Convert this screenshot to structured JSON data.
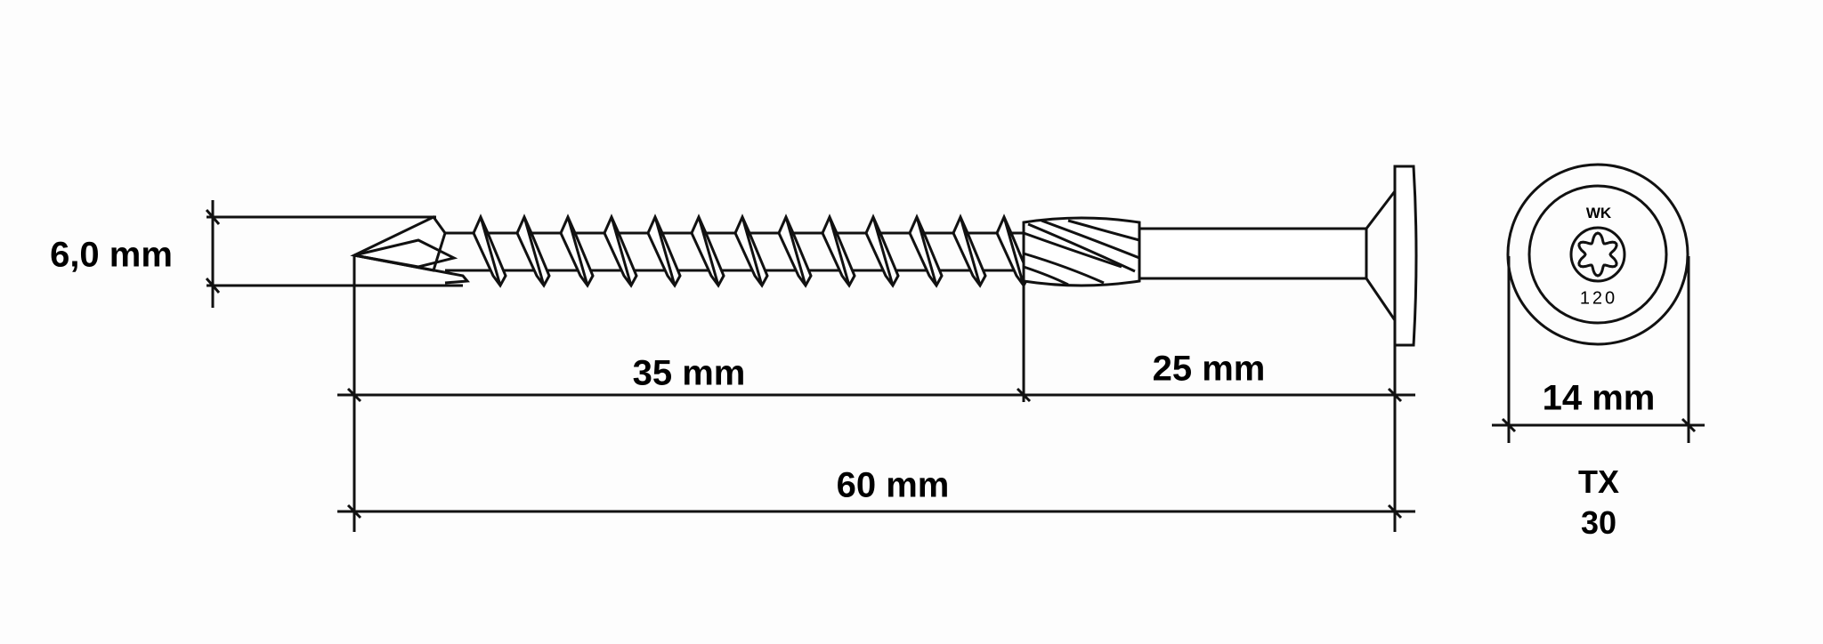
{
  "dimensions": {
    "diameter": "6,0 mm",
    "thread_length": "35 mm",
    "shank_length": "25 mm",
    "total_length": "60 mm",
    "head_diameter": "14 mm"
  },
  "head_marking": {
    "top": "WK",
    "bottom": "120"
  },
  "drive": {
    "type": "TX",
    "size": "30"
  },
  "colors": {
    "line": "#111111",
    "background": "#fdfdfd"
  }
}
